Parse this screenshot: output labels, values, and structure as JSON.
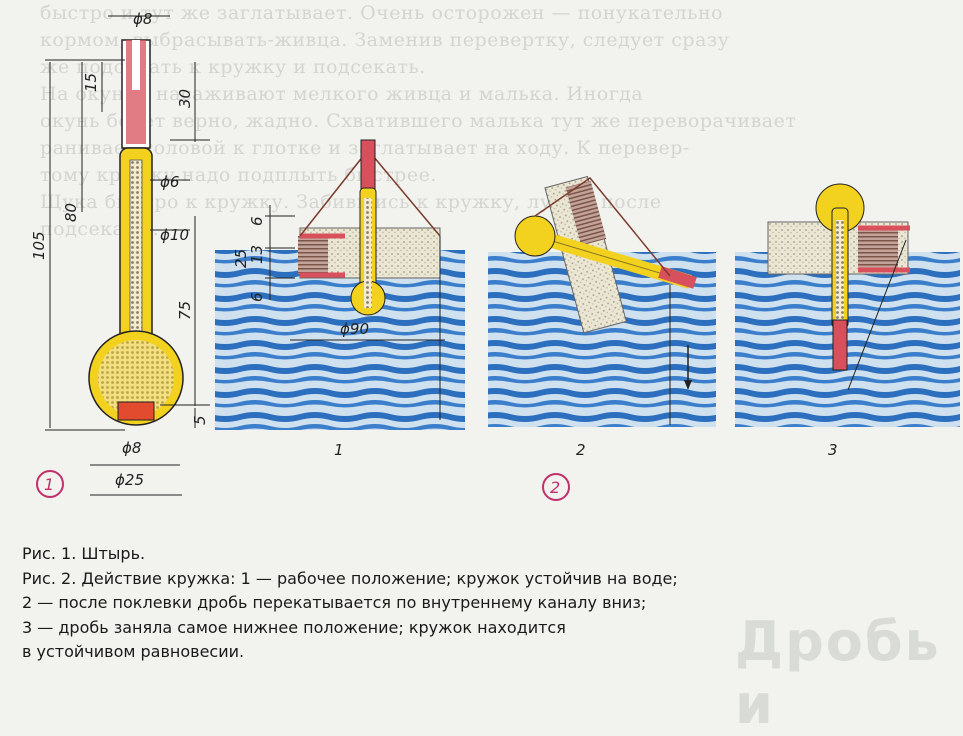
{
  "background_text": [
    "быстро и тут же заглатывает. Очень осторожен — понукательно",
    "кормом, выбрасывать-живца. Заменив перевертку, следует сразу",
    "же подсекать к кружку и подсекать.",
    "На окуней насаживают мелкого живца и малька. Иногда",
    "окунь берет верно, жадно. Схватившего малька тут же переворачивает",
    "ранивает головой к глотке и заглатывает на ходу. К перевер-",
    "тому кружку надо подплыть быстрее.",
    "Щука быстро к кружку. Забившись к кружку, лучше после",
    "подсекать..."
  ],
  "figure1": {
    "marker": "1",
    "dims": {
      "top_diam": "ϕ8",
      "d15": "15",
      "d30": "30",
      "d6_mid": "ϕ6",
      "d80": "80",
      "d10": "ϕ10",
      "d105": "105",
      "d75": "75",
      "d5": "5",
      "bottom_diam": "ϕ8",
      "ball_diam": "ϕ25"
    }
  },
  "figure2": {
    "marker": "2",
    "panel_labels": [
      "1",
      "2",
      "3"
    ],
    "dims": {
      "d6": "6",
      "d25": "25",
      "d13": "13",
      "d6b": "6",
      "d90": "ϕ90"
    }
  },
  "captions": [
    "Рис. 1. Штырь.",
    "Рис. 2. Действие кружка: 1 — рабочее положение; кружок устойчив на воде;",
    "2 — после поклевки дробь перекатывается по внутреннему каналу вниз;",
    "3 — дробь заняла самое нижнее положение; кружок находится",
    "в устойчивом равновесии."
  ],
  "watermark": "Дробь и",
  "colors": {
    "water_light": "#cfe0ee",
    "water_dark": "#2d6fbf",
    "rod_red": "#d8505b",
    "rod_yellow": "#f2d21f",
    "foam": "#e7e2cf",
    "marker": "#c0306b"
  }
}
